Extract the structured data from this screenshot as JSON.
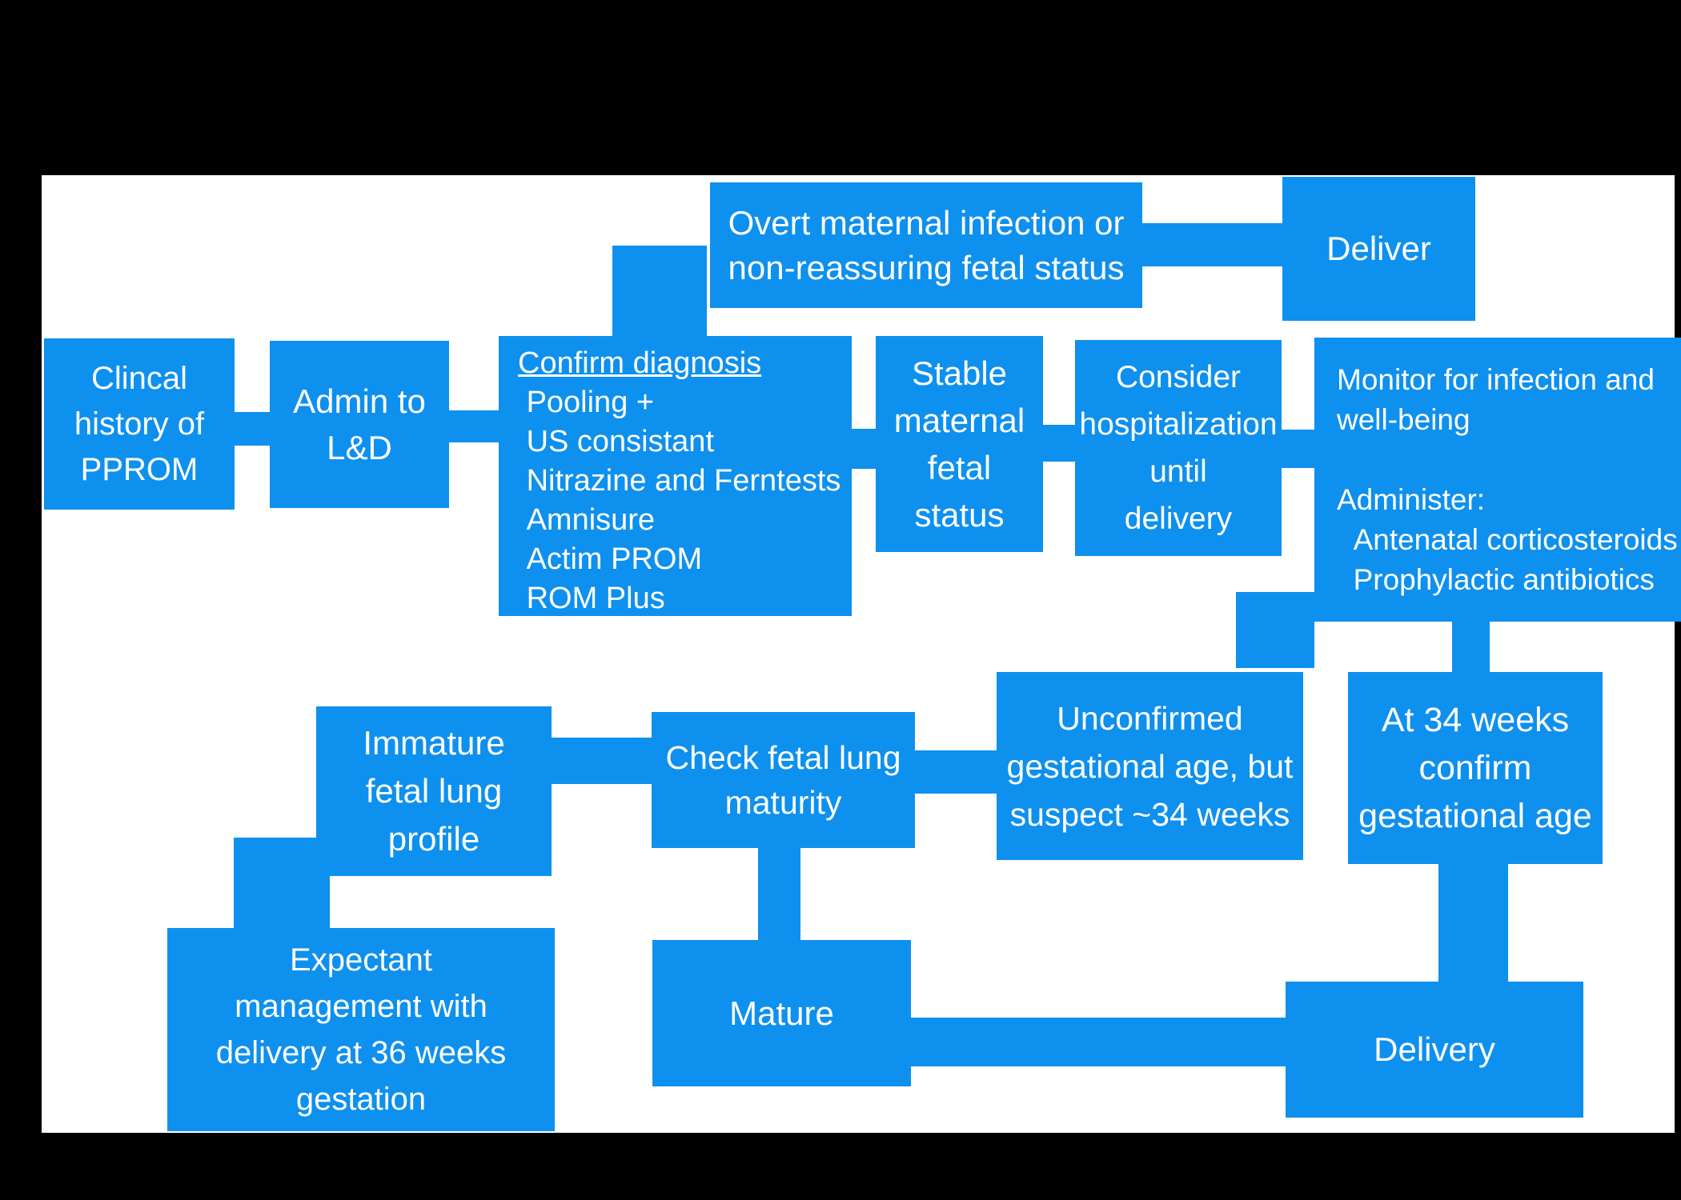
{
  "palette": {
    "page_bg": "#000000",
    "panel_bg": "#ffffff",
    "node_fill": "#0e90ef",
    "node_text": "#ffffff"
  },
  "flowchart": {
    "nodes": {
      "clinical_history": {
        "label": "Clincal\nhistory of\nPPROM"
      },
      "admit_ld": {
        "label": "Admin to\nL&D"
      },
      "confirm_diagnosis": {
        "title": "Confirm diagnosis",
        "items": " Pooling +\n US consistant\n Nitrazine and Ferntests\n Amnisure\n Actim PROM\n ROM Plus"
      },
      "overt_infection": {
        "label": "Overt maternal infection or\nnon-reassuring fetal status"
      },
      "deliver": {
        "label": "Deliver"
      },
      "stable_status": {
        "label": "Stable\nmaternal\nfetal\nstatus"
      },
      "consider_hospitalization": {
        "label": "Consider\nhospitalization\nuntil\ndelivery"
      },
      "monitor": {
        "label": "Monitor for infection and\nwell-being\n\nAdminister:\n  Antenatal corticosteroids\n  Prophylactic antibiotics"
      },
      "at_34_weeks": {
        "label": "At 34 weeks\nconfirm\ngestational age"
      },
      "unconfirmed_ga": {
        "label": "Unconfirmed\ngestational age, but\nsuspect ~34 weeks"
      },
      "check_lung_maturity": {
        "label": "Check fetal lung\nmaturity"
      },
      "immature_profile": {
        "label": "Immature\nfetal lung\nprofile"
      },
      "expectant_management": {
        "label": "Expectant\nmanagement with\ndelivery at 36 weeks\ngestation"
      },
      "mature": {
        "label": "Mature"
      },
      "delivery": {
        "label": "Delivery"
      }
    }
  }
}
